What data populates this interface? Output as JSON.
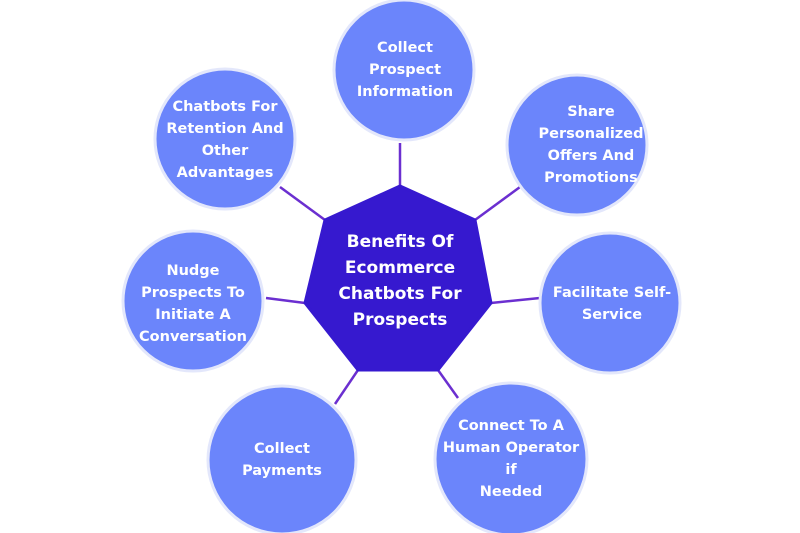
{
  "colors": {
    "node_fill": "#6b85fb",
    "node_ring": "#e3e7fb",
    "center_fill": "#3619cf",
    "connector": "#6b2fd0",
    "text": "#ffffff"
  },
  "center": {
    "label": "Benefits Of\nEcommerce\nChatbots For\nProspects"
  },
  "nodes": [
    {
      "id": "collect-prospect-information",
      "label": "Collect\nProspect\nInformation"
    },
    {
      "id": "share-personalized-offers",
      "label": "Share\nPersonalized\nOffers And\nPromotions"
    },
    {
      "id": "facilitate-self-service",
      "label": "Facilitate Self-\nService"
    },
    {
      "id": "connect-to-human-operator",
      "label": "Connect To A\nHuman Operator if\nNeeded"
    },
    {
      "id": "collect-payments",
      "label": "Collect\nPayments"
    },
    {
      "id": "nudge-prospects",
      "label": "Nudge\nProspects To\nInitiate A\nConversation"
    },
    {
      "id": "chatbots-for-retention",
      "label": "Chatbots For\nRetention And\nOther\nAdvantages"
    }
  ]
}
